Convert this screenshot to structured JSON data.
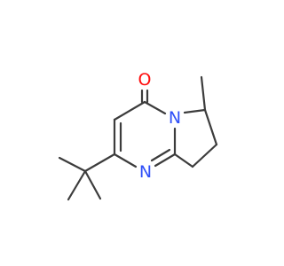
{
  "atoms": [
    {
      "id": "O1",
      "element": "O",
      "label": "O",
      "color": "#ff0d0d"
    },
    {
      "id": "N1",
      "element": "N",
      "label": "N",
      "color": "#3050f8"
    },
    {
      "id": "N2",
      "element": "N",
      "label": "N",
      "color": "#3050f8"
    }
  ],
  "colors": {
    "bond": "#3c3c3c",
    "oxygen": "#ff0d0d",
    "nitrogen": "#3050f8",
    "background": "#ffffff"
  }
}
